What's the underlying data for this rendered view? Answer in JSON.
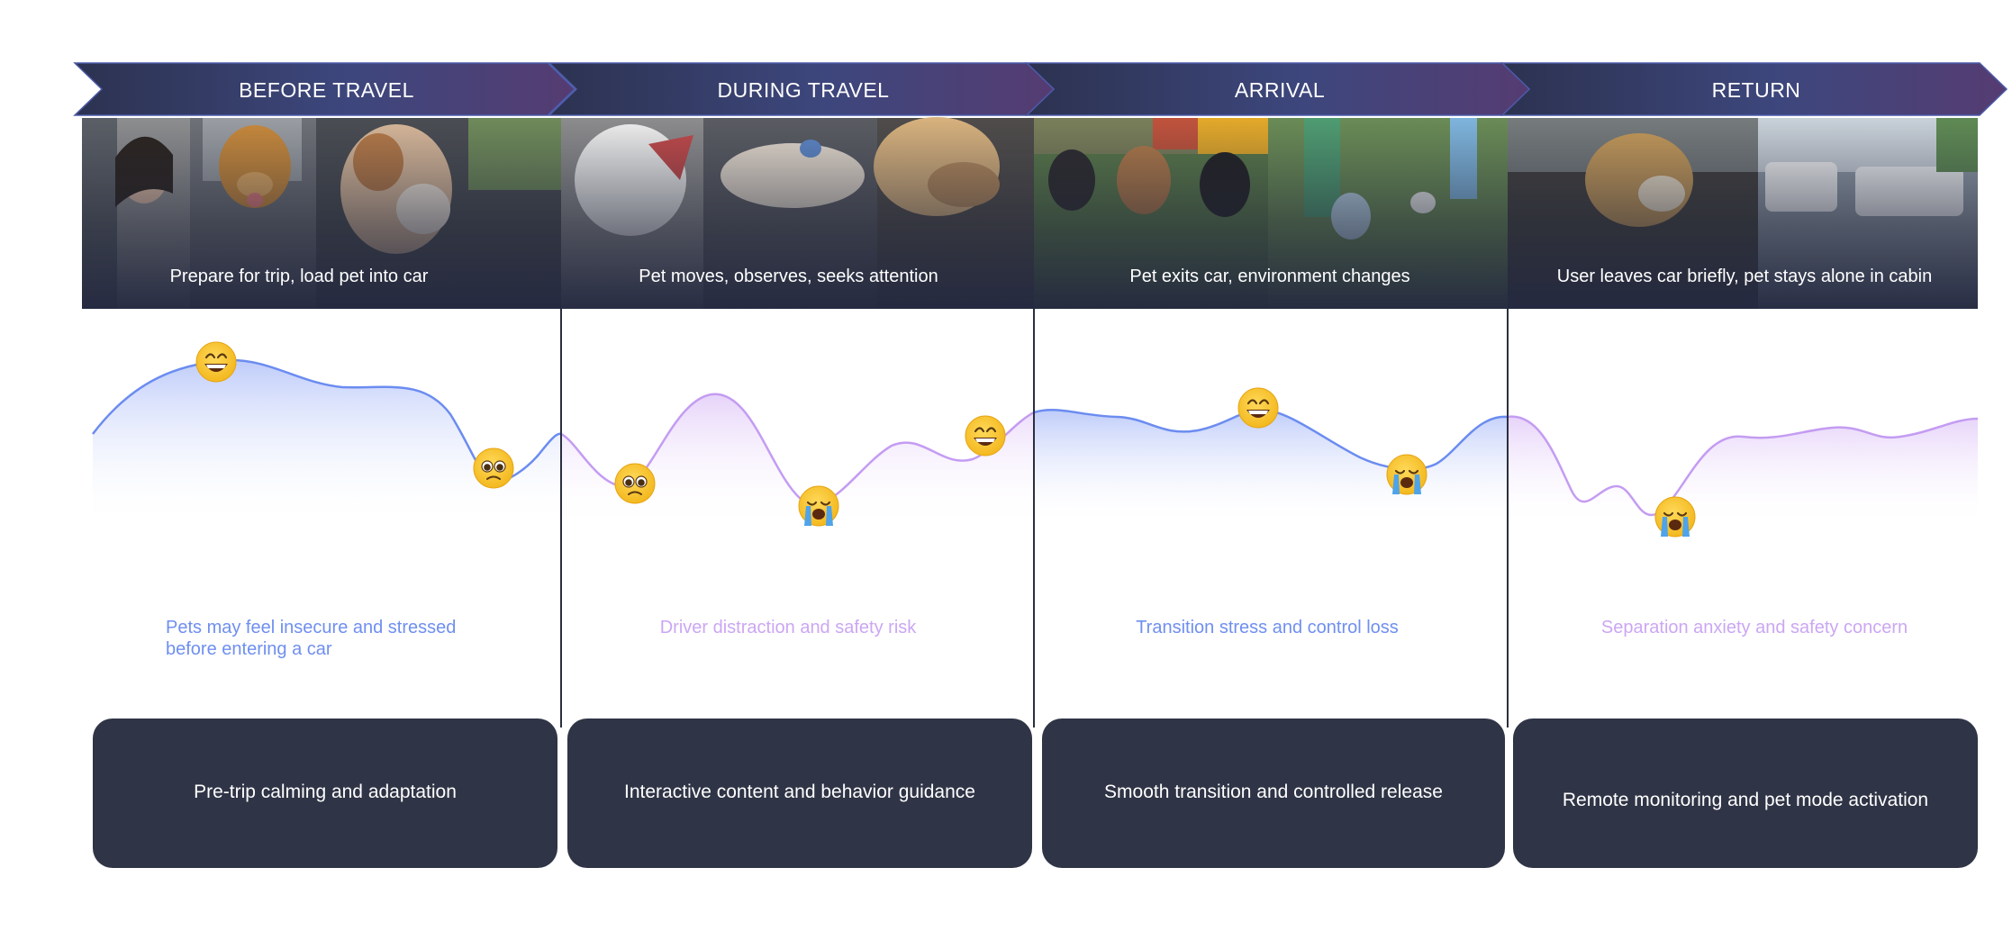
{
  "stages": [
    {
      "title": "BEFORE TRAVEL",
      "caption": "Prepare for trip, load pet into car",
      "photos": [
        "woman-in-car-window-photo",
        "golden-retriever-in-car-photo",
        "poodle-at-car-door-photo"
      ],
      "pain_point": [
        "Pets may feel insecure and stressed",
        "before entering a car"
      ],
      "solution": "Pre-trip calming and adaptation"
    },
    {
      "title": "DURING TRAVEL",
      "caption": "Pet moves, observes, seeks attention",
      "photos": [
        "white-dog-barking-photo",
        "dog-lying-on-seat-photo",
        "dog-close-up-photo"
      ],
      "pain_point": [
        "Driver distraction and safety risk"
      ],
      "solution": "Interactive content and behavior guidance"
    },
    {
      "title": "ARRIVAL",
      "caption": "Pet exits car, environment changes",
      "photos": [
        "poodles-on-grass-photo",
        "people-walking-dogs-photo"
      ],
      "pain_point": [
        "Transition stress and control loss"
      ],
      "solution": "Smooth transition and controlled release"
    },
    {
      "title": "RETURN",
      "caption": "User leaves car briefly, pet stays alone in cabin",
      "photos": [
        "dog-alone-in-car-photo",
        "street-traffic-photo"
      ],
      "pain_point": [
        "Separation anxiety and safety concern"
      ],
      "solution": "Remote monitoring and pet mode activation"
    }
  ],
  "emotions": [
    {
      "stage": 1,
      "face": "grinning"
    },
    {
      "stage": 1,
      "face": "pleading"
    },
    {
      "stage": 2,
      "face": "pleading"
    },
    {
      "stage": 2,
      "face": "crying"
    },
    {
      "stage": 2,
      "face": "grinning"
    },
    {
      "stage": 3,
      "face": "grinning"
    },
    {
      "stage": 3,
      "face": "crying"
    },
    {
      "stage": 4,
      "face": "crying"
    }
  ],
  "colors": {
    "banner_start": "#2f3552",
    "banner_mid": "#3c467c",
    "banner_end": "#523c70",
    "blue_curve": "#6b8cf0",
    "purple_curve": "#c49cf2",
    "blue_text": "#6f8ff0",
    "purple_text": "#cba7f3",
    "card_bg": "#2f3446",
    "divider": "#2a2f40"
  }
}
